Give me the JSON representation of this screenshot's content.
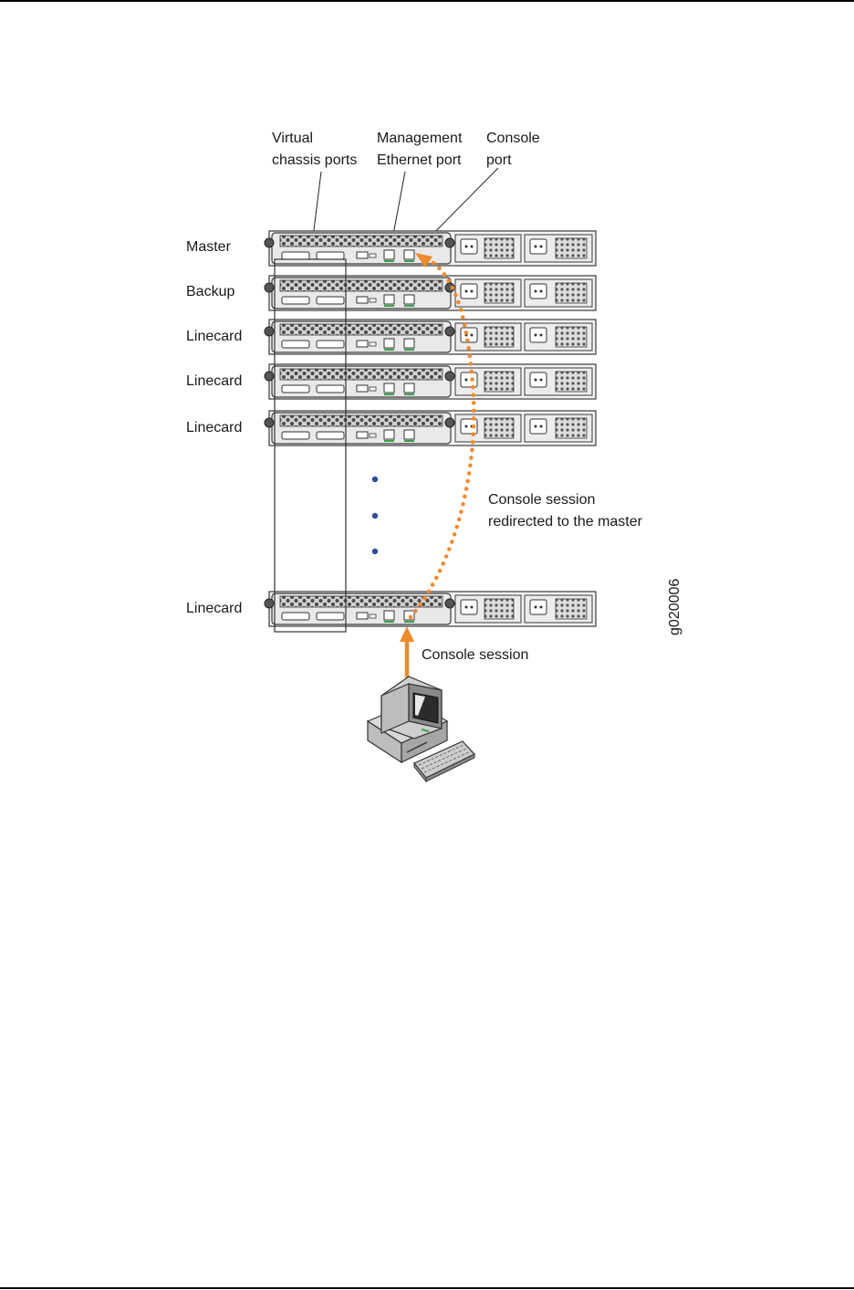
{
  "callouts": {
    "virtual_chassis": [
      "Virtual",
      "chassis ports"
    ],
    "management": [
      "Management",
      "Ethernet port"
    ],
    "console": [
      "Console",
      "port"
    ]
  },
  "members": [
    {
      "label": "Master"
    },
    {
      "label": "Backup"
    },
    {
      "label": "Linecard"
    },
    {
      "label": "Linecard"
    },
    {
      "label": "Linecard"
    },
    {
      "label": "Linecard"
    }
  ],
  "annotations": {
    "redirect": [
      "Console session",
      "redirected to the master"
    ],
    "session": "Console session",
    "figure_id": "g020006"
  },
  "colors": {
    "arrow": "#ef8a2d",
    "chassis_fill": "#f3f3f3",
    "chassis_stroke": "#3a3a3a",
    "dots": "#2c4f9b"
  },
  "icons": {
    "console_pc": "computer-terminal-icon",
    "ellipsis": "vertical-ellipsis-dots"
  }
}
